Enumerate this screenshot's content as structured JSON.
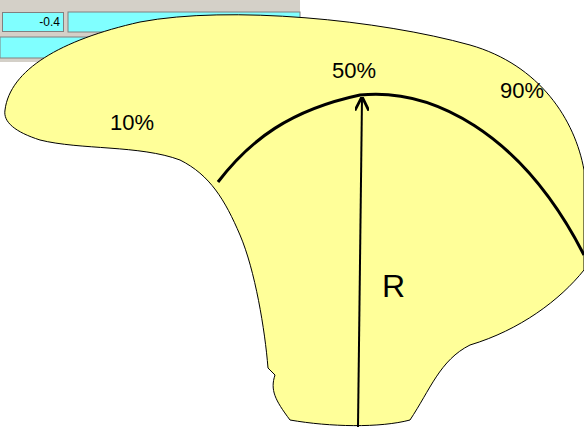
{
  "diagram": {
    "nodes": [
      {
        "text": [
          "-0.4"
        ]
      }
    ],
    "labels": [
      "10%",
      "50%",
      "90%",
      "R"
    ]
  }
}
